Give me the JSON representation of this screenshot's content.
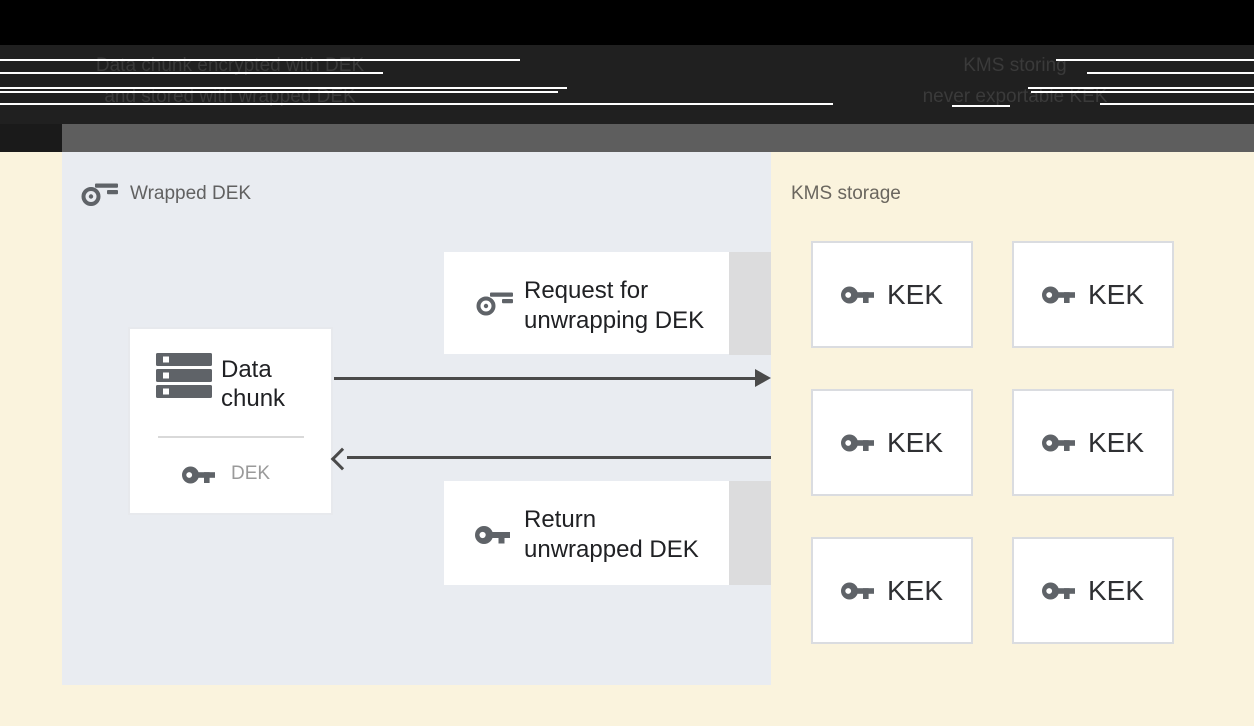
{
  "colors": {
    "page-yellow": "#faf3dd",
    "panel-blue-gray": "#e9ecf1",
    "band-gray": "#5e5e5e",
    "header-black": "#000000",
    "header-dark": "#202020",
    "caption-gray": "#3a3a3a",
    "icon-gray": "#5f6368",
    "arrow-gray": "#4a4a4a",
    "strip-gray": "#dcdcdd",
    "label-gray": "#616161",
    "kms-label": "#6a665e",
    "text-dark": "#202124",
    "dek-gray": "#9a9a9a",
    "box-border": "#dadce0",
    "divider": "#d9d9d9"
  },
  "header": {
    "left_caption": {
      "line1": "Data chunk encrypted with DEK",
      "line2": "and stored with wrapped DEK"
    },
    "right_caption": {
      "line1": "KMS storing",
      "line2": "never exportable KEK"
    }
  },
  "wrapped_dek_panel": {
    "title": "Wrapped DEK",
    "data_chunk_box": {
      "title_line1": "Data",
      "title_line2": "chunk",
      "key_label": "DEK"
    },
    "request_box": {
      "line1": "Request for",
      "line2": "unwrapping DEK"
    },
    "return_box": {
      "line1": "Return",
      "line2": "unwrapped DEK"
    }
  },
  "kms_panel": {
    "title": "KMS storage",
    "kek_boxes": [
      "KEK",
      "KEK",
      "KEK",
      "KEK",
      "KEK",
      "KEK"
    ]
  }
}
